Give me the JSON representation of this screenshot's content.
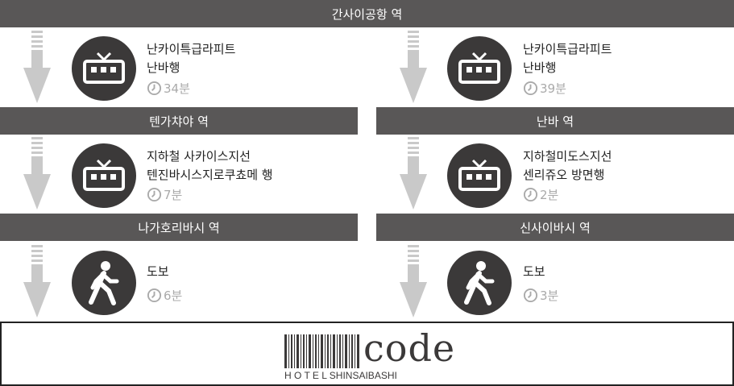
{
  "stations": {
    "top": "간사이공항 역",
    "left_mid": "텐가챠야 역",
    "right_mid": "난바 역",
    "left_low": "나가호리바시 역",
    "right_low": "신사이바시 역"
  },
  "left_route": [
    {
      "icon": "train-icon",
      "line1": "난카이특급라피트",
      "line2": "난바행",
      "time": "34분"
    },
    {
      "icon": "train-icon",
      "line1": "지하철 사카이스지선",
      "line2": "텐진바시스지로쿠쵸메 행",
      "time": "7분"
    },
    {
      "icon": "walking-person-icon",
      "line1": "도보",
      "time": "6분"
    }
  ],
  "right_route": [
    {
      "icon": "train-icon",
      "line1": "난카이특급라피트",
      "line2": "난바행",
      "time": "39분"
    },
    {
      "icon": "train-icon",
      "line1": "지하철미도스지선",
      "line2": "센리쥬오 방면행",
      "time": "2분"
    },
    {
      "icon": "walking-person-icon",
      "line1": "도보",
      "time": "3분"
    }
  ],
  "hotel_logo": {
    "word": "code",
    "subtitle": "H O T E L  SHINSAIBASHI"
  },
  "colors": {
    "bar": "#595757",
    "icon_circle": "#3b3939",
    "arrow": "#c9c9c9",
    "time_text": "#aaaaaa"
  }
}
